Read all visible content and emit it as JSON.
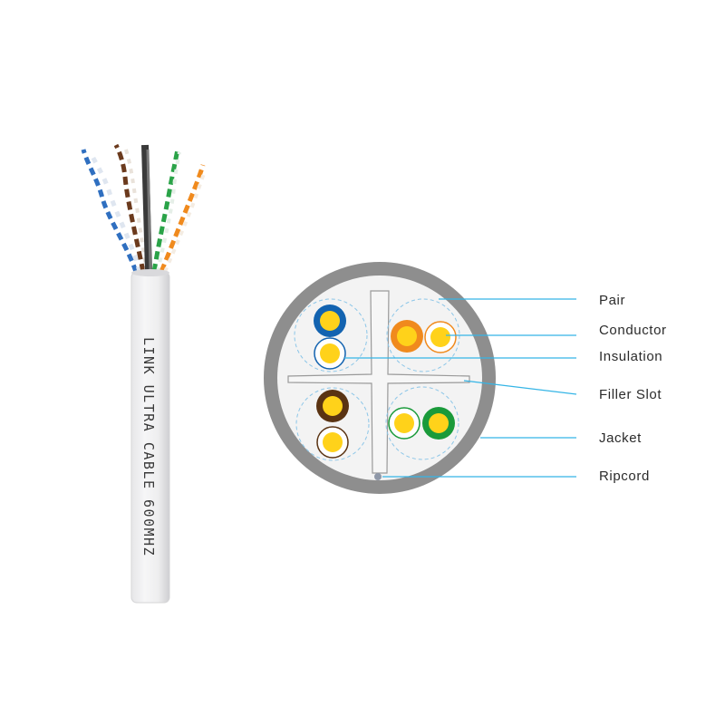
{
  "cable": {
    "print_text": "LINK ULTRA CABLE 600MHZ"
  },
  "callouts": [
    {
      "id": "pair",
      "label": "Pair"
    },
    {
      "id": "conductor",
      "label": "Conductor"
    },
    {
      "id": "insulation",
      "label": "Insulation"
    },
    {
      "id": "filler-slot",
      "label": "Filler Slot"
    },
    {
      "id": "jacket",
      "label": "Jacket"
    },
    {
      "id": "ripcord",
      "label": "Ripcord"
    }
  ],
  "colors": {
    "leader_line": "#35b5e6",
    "jacket": "#8e8e8e",
    "jacket_inner": "#f3f3f3",
    "conductor": "#ffd21a",
    "blue": "#1363b0",
    "orange": "#f08a1d",
    "brown": "#5a3312",
    "green": "#1a9a3a"
  }
}
